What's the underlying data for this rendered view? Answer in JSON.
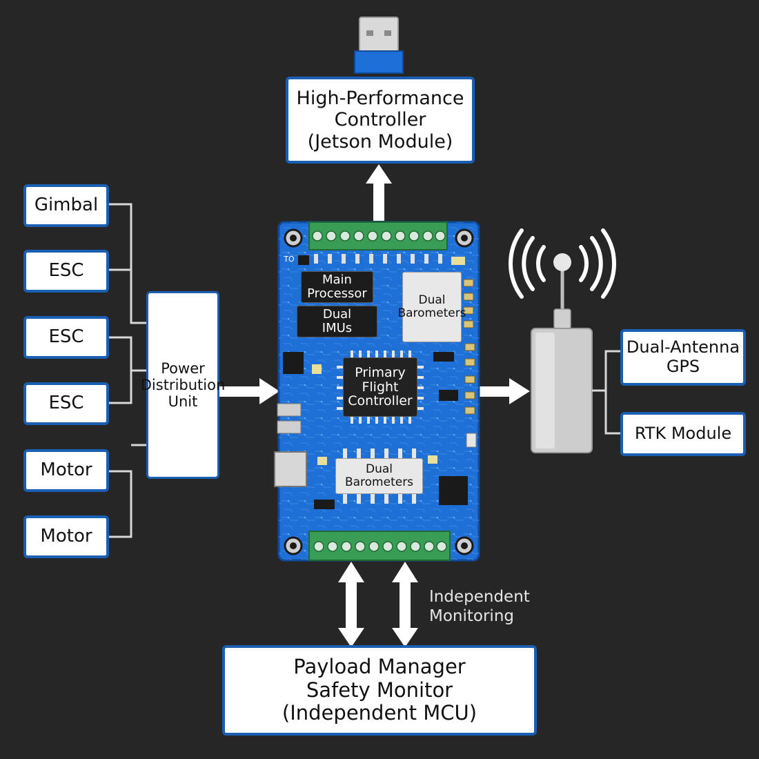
{
  "controller": {
    "lines": [
      "High-Performance",
      "Controller",
      "(Jetson Module)"
    ]
  },
  "peripherals": [
    "Gimbal",
    "ESC",
    "ESC",
    "ESC",
    "Motor",
    "Motor"
  ],
  "power_unit": {
    "lines": [
      "Power",
      "Distribution",
      "Unit"
    ]
  },
  "board": {
    "main_processor": [
      "Main",
      "Processor"
    ],
    "dual_imus": [
      "Dual",
      "IMUs"
    ],
    "dual_barometers_top": [
      "Dual",
      "Barometers"
    ],
    "primary_fc": [
      "Primary",
      "Flight",
      "Controller"
    ],
    "dual_barometers_bottom": [
      "Dual",
      "Barometers"
    ],
    "silkscreen": "TO"
  },
  "gps": {
    "lines": [
      "Dual-Antenna",
      "GPS"
    ]
  },
  "rtk": {
    "label": "RTK Module"
  },
  "monitoring": {
    "lines": [
      "Independent",
      "Monitoring"
    ]
  },
  "payload": {
    "lines": [
      "Payload Manager",
      "Safety Monitor",
      "(Independent MCU)"
    ]
  },
  "colors": {
    "background": "#262626",
    "box_border": "#1b5fb4",
    "pcb": "#1e6fd6",
    "terminal": "#3a9d55"
  }
}
